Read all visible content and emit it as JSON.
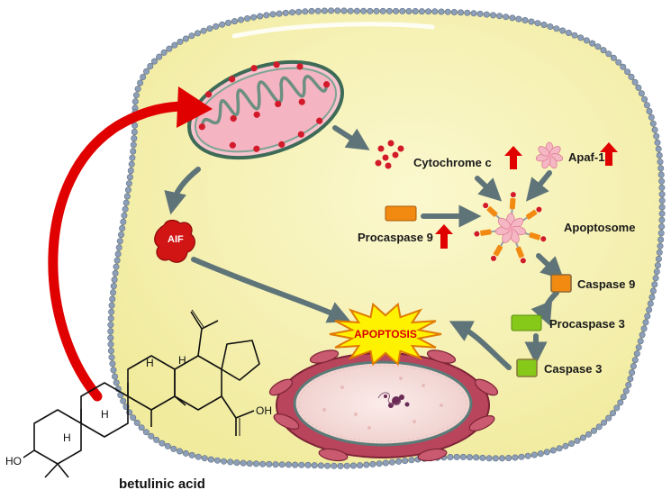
{
  "labels": {
    "cytochrome_c": "Cytochrome c",
    "apaf1": "Apaf-1",
    "apoptosome": "Apoptosome",
    "procaspase9": "Procaspase 9",
    "caspase9": "Caspase 9",
    "procaspase3": "Procaspase 3",
    "caspase3": "Caspase 3",
    "aif": "AIF",
    "apoptosis": "APOPTOSIS",
    "compound": "betulinic acid"
  },
  "structure_labels": {
    "ho": "HO",
    "oh": "OH",
    "h_top_left": "H",
    "h_top_right": "H",
    "h_mid": "H",
    "h_bottom": "H"
  },
  "colors": {
    "cell_fill": "#f7f2b0",
    "membrane_bead": "#8d9fb8",
    "mito_fill": "#f4b8c4",
    "mito_outline": "#3d6b57",
    "red_arrow": "#e00000",
    "grey_arrow": "#5f7478",
    "procaspase9": "#f28a12",
    "caspase9": "#f28a12",
    "procaspase3": "#86c919",
    "caspase3": "#86c919",
    "aif": "#d11414",
    "apoptosis_star": "#fff200",
    "apoptosis_text": "#d80000",
    "nucleus_fill": "#f5e2e0",
    "er_fill": "#b8455b"
  },
  "icons": [
    "mitochondrion-icon",
    "cytochrome-c-dots-icon",
    "apaf1-flower-icon",
    "apoptosome-icon",
    "aif-icon",
    "nucleus-icon",
    "up-arrow-icon"
  ]
}
